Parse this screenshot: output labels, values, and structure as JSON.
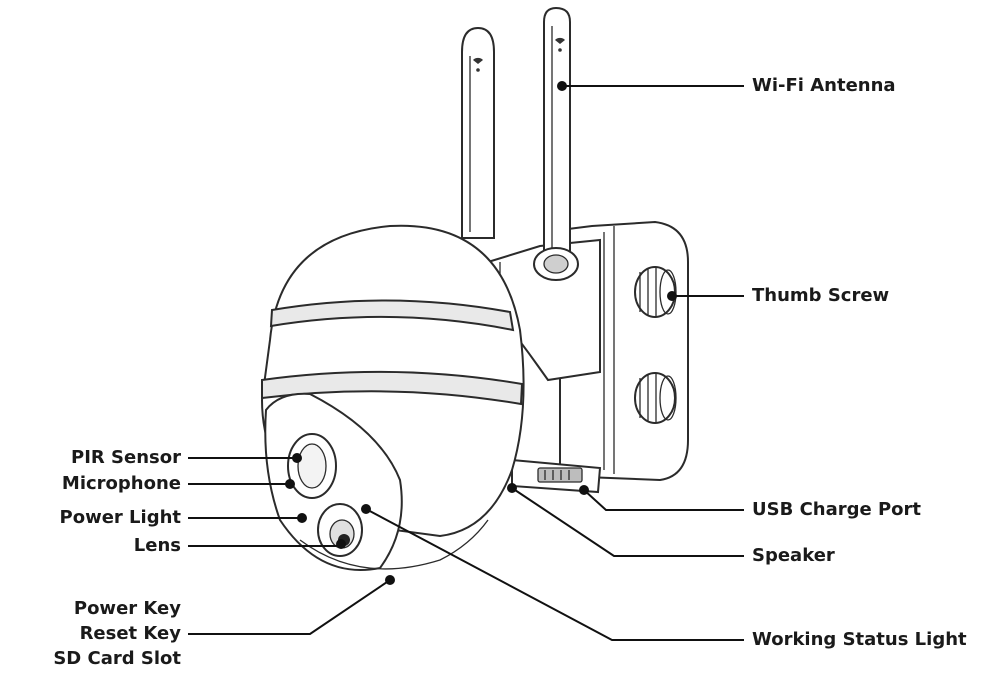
{
  "labels": {
    "wifi_antenna": "Wi-Fi Antenna",
    "thumb_screw": "Thumb Screw",
    "usb_charge_port": "USB Charge Port",
    "speaker": "Speaker",
    "working_status_light": "Working Status Light",
    "pir_sensor": "PIR Sensor",
    "microphone": "Microphone",
    "power_light": "Power Light",
    "lens": "Lens",
    "power_key": "Power Key",
    "reset_key": "Reset Key",
    "sd_card_slot": "SD Card Slot"
  }
}
